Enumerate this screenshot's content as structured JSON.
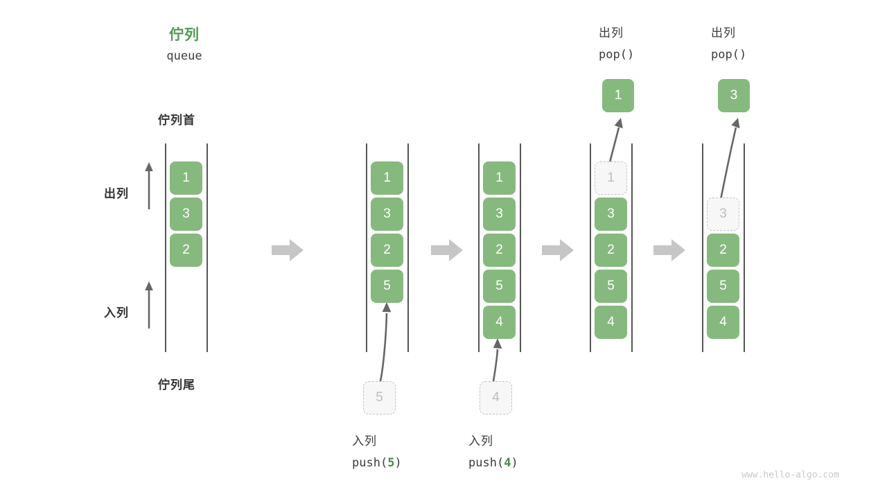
{
  "header": {
    "title_cn": "佇列",
    "title_en": "queue"
  },
  "watermark": "www.hello-algo.com",
  "colors": {
    "accent_green": "#86b97e",
    "title_green": "#4f9c52",
    "code_green": "#3f8f41",
    "rail_gray": "#555555",
    "ghost_fill": "#f7f7f7",
    "ghost_border": "#c2c2c2",
    "arrow_gray": "#c6c6c6",
    "curve_gray": "#666666",
    "text_dark": "#3c3c3c",
    "watermark_gray": "#c8c8c8"
  },
  "left_panel": {
    "head_label": "佇列首",
    "tail_label": "佇列尾",
    "dequeue_label": "出列",
    "enqueue_label": "入列"
  },
  "stages": [
    {
      "id": "initial",
      "cells": [
        "1",
        "3",
        "2"
      ],
      "ghost_index": null,
      "ghost_value": null,
      "top_label_cn": null,
      "top_label_code": null,
      "popped_value": null,
      "bottom_label_cn": null,
      "bottom_label_code_prefix": null,
      "bottom_label_code_value": null,
      "bottom_label_code_suffix": null,
      "incoming_value": null
    },
    {
      "id": "push-5",
      "cells": [
        "1",
        "3",
        "2",
        "5"
      ],
      "ghost_index": null,
      "ghost_value": null,
      "top_label_cn": null,
      "top_label_code": null,
      "popped_value": null,
      "bottom_label_cn": "入列",
      "bottom_label_code_prefix": "push(",
      "bottom_label_code_value": "5",
      "bottom_label_code_suffix": ")",
      "incoming_value": "5"
    },
    {
      "id": "push-4",
      "cells": [
        "1",
        "3",
        "2",
        "5",
        "4"
      ],
      "ghost_index": null,
      "ghost_value": null,
      "top_label_cn": null,
      "top_label_code": null,
      "popped_value": null,
      "bottom_label_cn": "入列",
      "bottom_label_code_prefix": "push(",
      "bottom_label_code_value": "4",
      "bottom_label_code_suffix": ")",
      "incoming_value": "4"
    },
    {
      "id": "pop-1",
      "cells": [
        "1",
        "3",
        "2",
        "5",
        "4"
      ],
      "ghost_index": 0,
      "ghost_value": "1",
      "top_label_cn": "出列",
      "top_label_code": "pop()",
      "popped_value": "1",
      "bottom_label_cn": null,
      "bottom_label_code_prefix": null,
      "bottom_label_code_value": null,
      "bottom_label_code_suffix": null,
      "incoming_value": null
    },
    {
      "id": "pop-3",
      "cells": [
        "3",
        "2",
        "5",
        "4"
      ],
      "ghost_index": 0,
      "ghost_value": "3",
      "top_label_cn": "出列",
      "top_label_code": "pop()",
      "popped_value": "3",
      "bottom_label_cn": null,
      "bottom_label_code_prefix": null,
      "bottom_label_code_value": null,
      "bottom_label_code_suffix": null,
      "incoming_value": null
    }
  ],
  "flow_arrows": 4
}
